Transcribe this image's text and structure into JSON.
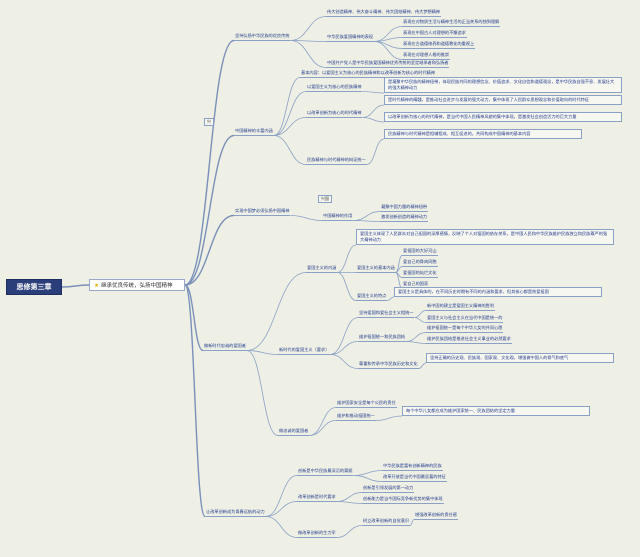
{
  "root": "思修第三章",
  "topic": "继承优良传统，弘扬中国精神",
  "nodes": {
    "a": "坚持弘扬中华民族的优良传统",
    "a1": "伟大创造精神、伟大奋斗精神、伟大团结精神、伟大梦想精神",
    "a2": "中华民族爱国精神的表现",
    "a2_1": "表现在对物质生活与精神生活的正当关系的独到理解",
    "a2_2": "表现在中国古人对理想的不懈追求",
    "a2_3": "表现在古道德修养和道德教化的重视上",
    "a2_4": "表现在对理想人格的推崇",
    "a3": "中国共产党人是中华民族爱国精神优秀传统的坚定继承者和弘扬者",
    "b": "中国精神的丰富内涵",
    "b1": "基本内容：以爱国主义为核心的民族精神和以改革创新为核心的时代精神",
    "b2": "以爱国主义为核心的民族精神",
    "b2_1": "是凝聚中华民族的精神纽带，体现民族共同的理想信念、价值追求、文化自信和道德观念，是中华民族自强不息、发展壮大的强大精神动力",
    "b3": "以改革创新为核心的时代精神",
    "b3_1": "是时代精神的精髓，是推动社会进步与发展的强大动力，集中体现了人民群众思想观念和价值取向的时代特征",
    "b3_2": "以改革创新为核心的时代精神，是当代中国人民精神风貌的集中体现，是激发社会创造活力的巨大力量",
    "b4": "民族精神与时代精神的辩证统一",
    "b4_1": "民族精神与时代精神是相辅相成、相互促进的，共同构成中国精神的基本内容",
    "c": "实现中国梦必须弘扬中国精神",
    "c_tag": "兴国",
    "c1": "中国精神的作用",
    "c1_1": "凝聚中国力量的精神纽带",
    "c1_2": "激发创新创造的精神动力",
    "d": "做新时代忠诚的爱国者",
    "d1": "爱国主义的内涵",
    "d1_1": "爱国主义体现了人民群众对自己祖国的深厚感情，反映了个人对祖国的依存关系，是中国人民和中华民族维护民族独立和民族尊严的强大精神动力",
    "d1_2": "爱国主义的基本内涵",
    "d1_2a": "爱祖国的大好河山",
    "d1_2b": "爱自己的骨肉同胞",
    "d1_2c": "爱祖国的灿烂文化",
    "d1_2d": "爱自己的国家",
    "d1_3": "爱国主义的特点",
    "d1_3a": "爱国主义是具体的，在不同历史时期有不同的内涵和要求，但其核心都是热爱祖国",
    "d2": "新时代的爱国主义（要求）",
    "d2_1": "坚持爱国和爱社会主义相统一",
    "d2_1a": "新中国的建立是爱国主义精神的胜利",
    "d2_1b": "爱国主义与社会主义在当代中国是统一的",
    "d2_2": "维护祖国统一和民族团结",
    "d2_2a": "维护祖国统一是每个中华儿女的共同心愿",
    "d2_2b": "维护民族团结是推进社会主义事业的必然要求",
    "d2_3": "尊重和传承中华民族历史和文化",
    "d2_3a": "坚持正确的历史观、民族观、国家观、文化观，增强做中国人的骨气和底气",
    "d3": "做忠诚的爱国者",
    "d3_1": "维护国家安全是每个公民的责任",
    "d3_2": "维护和推动祖国统一",
    "d3_2a": "每个中华儿女都应成为维护国家统一、民族团结的坚定力量",
    "e": "让改革创新成为青春远航的动力",
    "e1": "创新是中华民族最深沉的禀赋",
    "e1_1": "中华民族是富有创新精神的民族",
    "e1_2": "改革开放是当代中国最显著的特征",
    "e2": "改革创新是时代要求",
    "e2_1": "创新是引领发展的第一动力",
    "e2_2": "创新能力是当今国际竞争新优势的集中体现",
    "e3": "做改革创新的生力军",
    "e3_1": "树立改革创新的自觉意识",
    "e3_1a": "增强改革创新的责任感"
  },
  "tags": {
    "b_tag": "兴"
  }
}
